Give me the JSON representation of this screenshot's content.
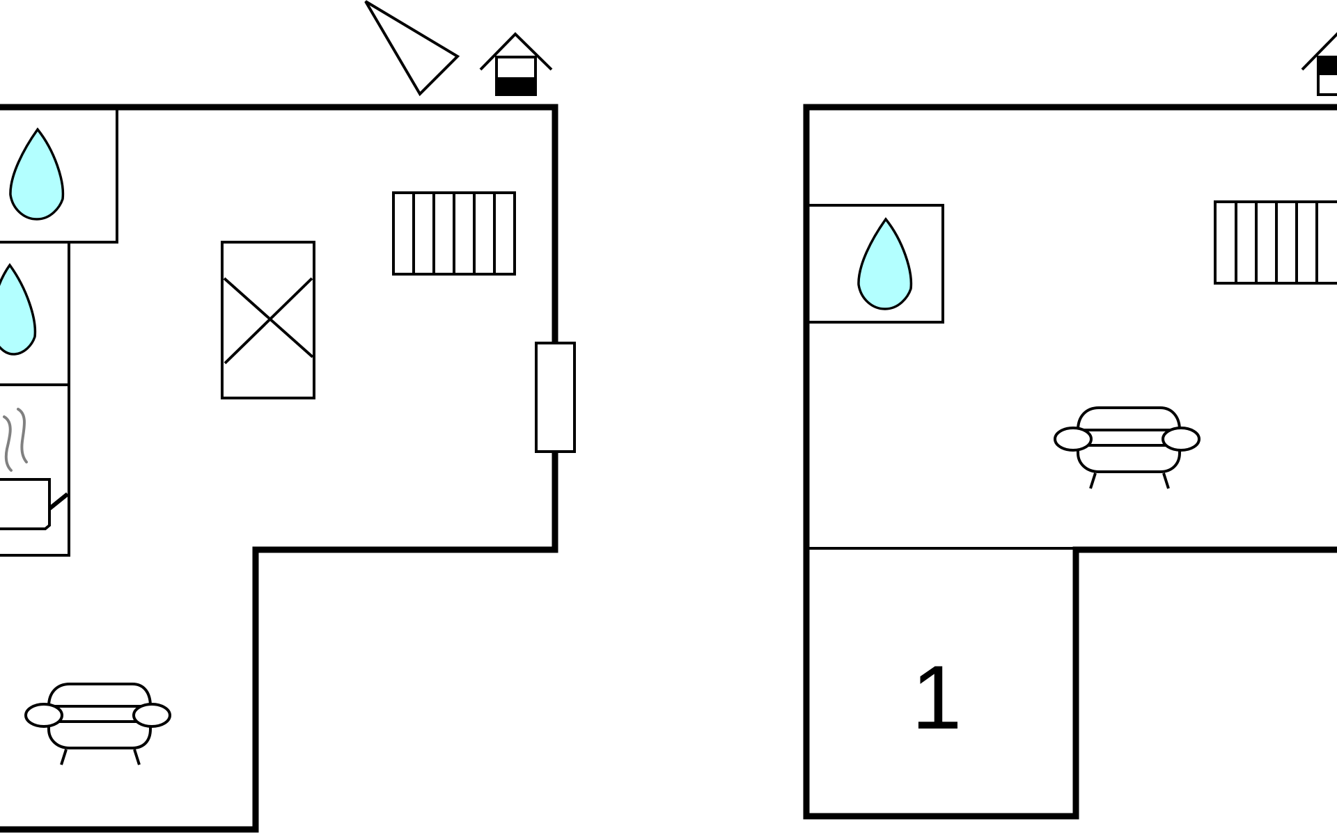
{
  "floors": [
    {
      "id": "left-floor",
      "rooms": [
        {
          "name": "bathroom-upper",
          "icon": "water-drop-icon"
        },
        {
          "name": "bathroom-lower",
          "icon": "water-drop-icon"
        },
        {
          "name": "kitchen",
          "icon": "stove-steam-icon"
        },
        {
          "name": "living-room",
          "icons": [
            "stairs-icon",
            "radiator-icon",
            "door-icon",
            "sofa-icon"
          ]
        }
      ],
      "exterior": [
        "compass-icon",
        "house-entrance-icon"
      ]
    },
    {
      "id": "right-floor",
      "rooms": [
        {
          "name": "bathroom",
          "icon": "water-drop-icon"
        },
        {
          "name": "living-room",
          "icons": [
            "radiator-icon",
            "sofa-icon"
          ]
        },
        {
          "name": "bedroom",
          "label": "1"
        }
      ],
      "exterior": [
        "house-entrance-icon"
      ]
    }
  ],
  "colors": {
    "wall": "#000000",
    "water": "#B3FFFF",
    "steam": "#808080",
    "background": "#FFFFFF"
  },
  "labels": {
    "bedroom_number": "1"
  }
}
